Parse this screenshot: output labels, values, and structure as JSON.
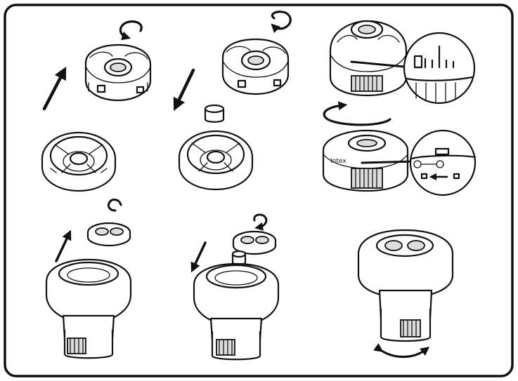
{
  "diagram": {
    "frame_color": "#111111",
    "background_color": "#ffffff",
    "steps": [
      {
        "name": "lift-lid",
        "icons": [
          "rotate-ccw-icon",
          "arrow-up-icon"
        ]
      },
      {
        "name": "insert-tablet-and-close",
        "icons": [
          "rotate-cw-icon",
          "arrow-down-icon"
        ]
      },
      {
        "name": "align-notch-detail",
        "icons": [
          "magnifier-callout-icon"
        ]
      },
      {
        "name": "rotate-to-lock",
        "icons": [
          "curved-arrow-icon",
          "lock-icon",
          "unlock-icon"
        ]
      },
      {
        "name": "remove-top-cap",
        "icons": [
          "rotate-ccw-icon",
          "arrow-up-icon"
        ]
      },
      {
        "name": "insert-tablet-replace-cap",
        "icons": [
          "rotate-cw-icon",
          "arrow-down-icon"
        ]
      },
      {
        "name": "adjust-flow-dial",
        "icons": [
          "double-arrow-icon"
        ]
      }
    ]
  }
}
